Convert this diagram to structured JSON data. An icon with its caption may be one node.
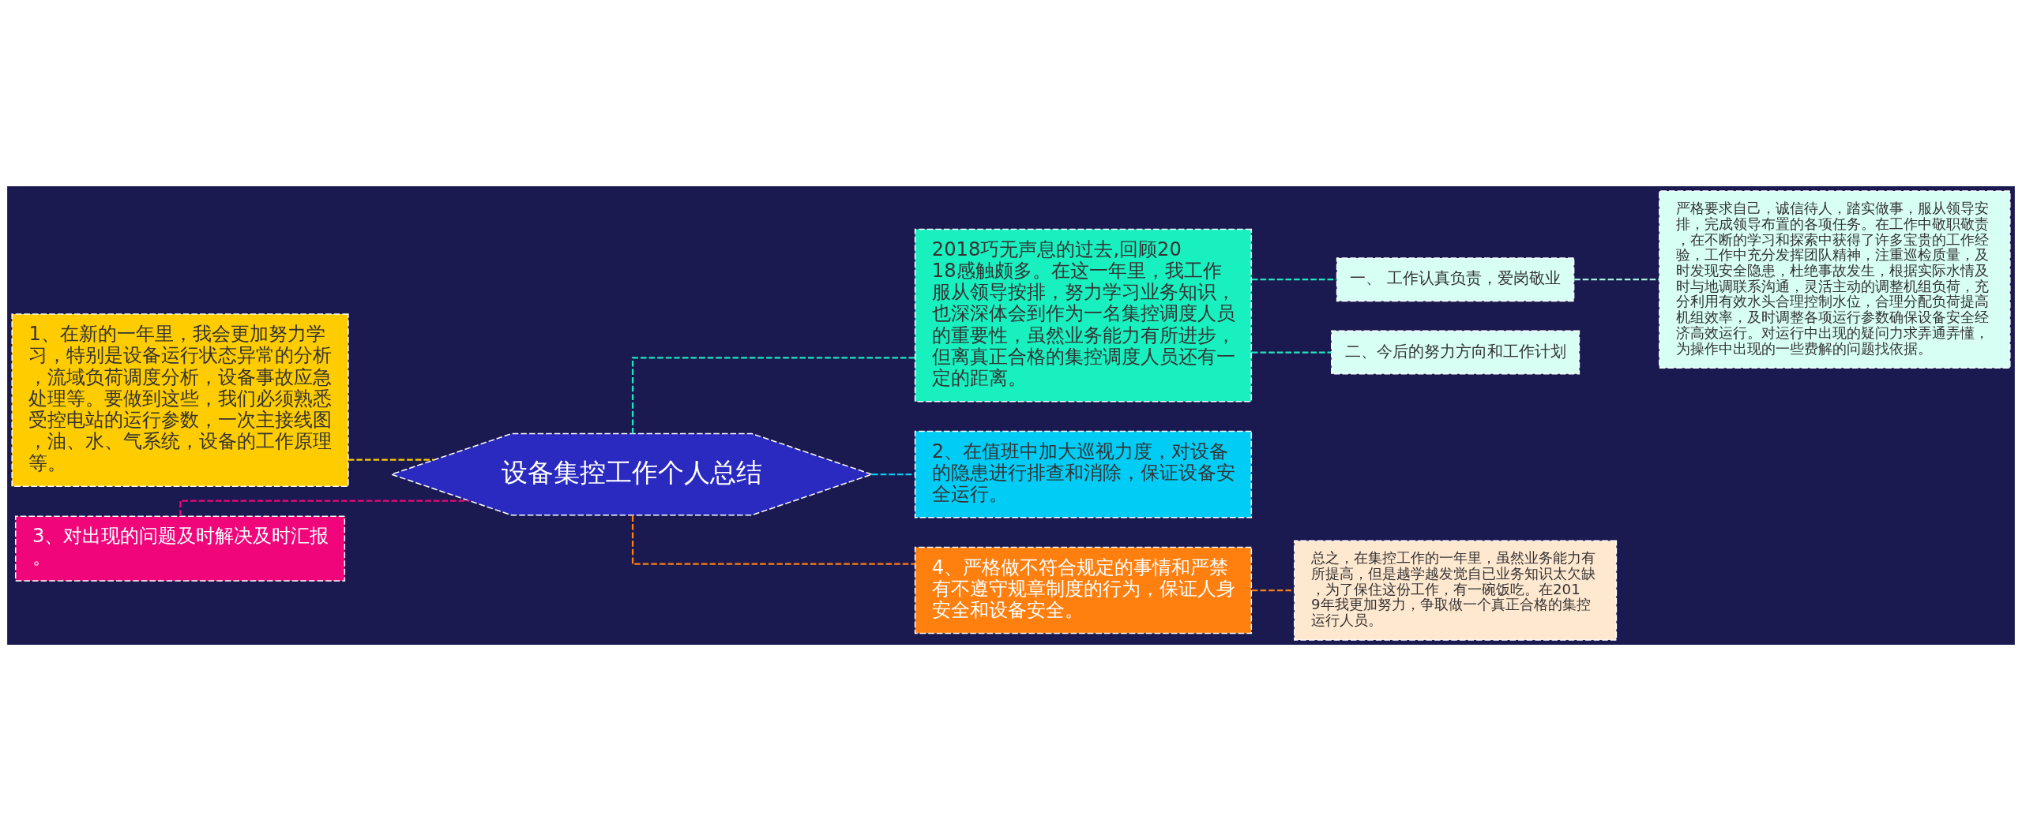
{
  "diagram": {
    "nodes": [
      {
        "text": [
          "设备集控工作个人总结"
        ]
      },
      {
        "text": [
          "2018巧无声息的过去,回顾2018感触颇多。在这一年里，我工作服从领导按排，努力学习业务知识，也深深体会到作为一名集控调度人员的重要性，虽然业务能力有所进步，但离真正合格的集控调度人员还有一定的距离。"
        ]
      },
      {
        "text": [
          "一、 工作认真负责，爱岗敬业"
        ]
      },
      {
        "text": [
          "严格要求自己，诚信待人，踏实做事，服从领导安排，完成领导布置的各项任务。在工作中敬职敬责，在不断的学习和探索中获得了许多宝贵的工作经验，工作中充分发挥团队精神，注重巡检质量，及时发现安全隐患，杜绝事故发生，根据实际水情及时与地调联系沟通，灵活主动的调整机组负荷，充分利用有效水头合理控制水位，合理分配负荷提高机组效率，及时调整各项运行参数确保设备安全经济高效运行。对运行中出现的疑问力求弄通弄懂，为操作中出现的一些费解的问题找依据。"
        ]
      },
      {
        "text": [
          "二、今后的努力方向和工作计划"
        ]
      },
      {
        "text": [
          "2、在值班中加大巡视力度，对设备的隐患进行排查和消除，保证设备安全运行。"
        ]
      },
      {
        "text": [
          "4、严格做不符合规定的事情和严禁有不遵守规章制度的行为，保证人身安全和设备安全。"
        ]
      },
      {
        "text": [
          "总之，在集控工作的一年里，虽然业务能力有所提高，但是越学越发觉自已业务知识太欠缺，为了保住这份工作，有一碗饭吃。在2019年我更加努力，争取做一个真正合格的集控运行人员。"
        ]
      },
      {
        "text": [
          "1、在新的一年里，我会更加努力学习，特别是设备运行状态异常的分析，流域负荷调度分析，设备事故应急处理等。要做到这些，我们必须熟悉受控电站的运行参数，一次主接线图，油、水、气系统，设备的工作原理等。"
        ]
      },
      {
        "text": [
          "3、对出现的问题及时解决及时汇报。"
        ]
      }
    ],
    "edges": [
      {
        "from": 0,
        "to": 1,
        "arrow": "none",
        "style": "dashed",
        "color": "#1de9c0"
      },
      {
        "from": 1,
        "to": 2,
        "arrow": "none",
        "style": "dashed",
        "color": "#1de9c0"
      },
      {
        "from": 2,
        "to": 3,
        "arrow": "none",
        "style": "dashed",
        "color": "#a8f0dc"
      },
      {
        "from": 1,
        "to": 4,
        "arrow": "none",
        "style": "dashed",
        "color": "#1de9c0"
      },
      {
        "from": 0,
        "to": 5,
        "arrow": "none",
        "style": "dashed",
        "color": "#00ccf5"
      },
      {
        "from": 0,
        "to": 6,
        "arrow": "none",
        "style": "dashed",
        "color": "#ff7f0f"
      },
      {
        "from": 6,
        "to": 7,
        "arrow": "none",
        "style": "dashed",
        "color": "#ff7f0f"
      },
      {
        "from": 0,
        "to": 8,
        "arrow": "none",
        "style": "dashed",
        "color": "#ffcc00"
      },
      {
        "from": 0,
        "to": 9,
        "arrow": "none",
        "style": "dashed",
        "color": "#f0067a"
      }
    ]
  }
}
